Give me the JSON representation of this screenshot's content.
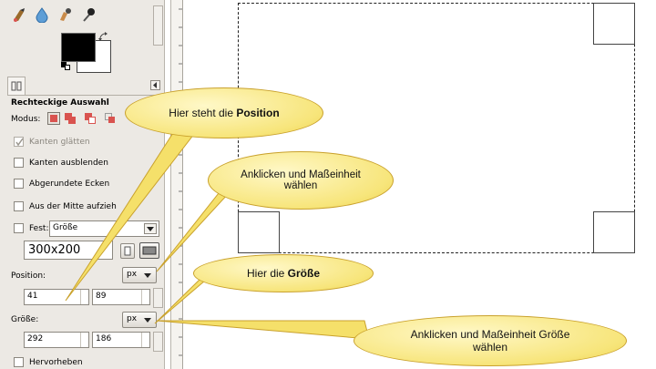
{
  "panel": {
    "title": "Rechteckige Auswahl",
    "modus_label": "Modus:",
    "options": {
      "antialias": "Kanten glätten",
      "feather": "Kanten ausblenden",
      "rounded": "Abgerundete Ecken",
      "from_center": "Aus der Mitte aufzieh",
      "fixed": "Fest:",
      "fixed_mode": "Größe",
      "fixed_value": "300x200",
      "position_label": "Position:",
      "position_unit": "px",
      "position_x": "41",
      "position_y": "89",
      "size_label": "Größe:",
      "size_unit": "px",
      "size_w": "292",
      "size_h": "186",
      "highlight": "Hervorheben"
    }
  },
  "callouts": {
    "position_prefix": "Hier steht die ",
    "position_bold": "Position",
    "unit_line1": "Anklicken und Maßeinheit",
    "unit_line2": "wählen",
    "size_prefix": "Hier die ",
    "size_bold": "Größe",
    "unit_size_line1": "Anklicken und Maßeinheit Größe",
    "unit_size_line2": "wählen"
  },
  "colors": {
    "callout_fill": "#f7e57a",
    "panel_bg": "#ece9e4",
    "mode_red": "#d9534f"
  }
}
